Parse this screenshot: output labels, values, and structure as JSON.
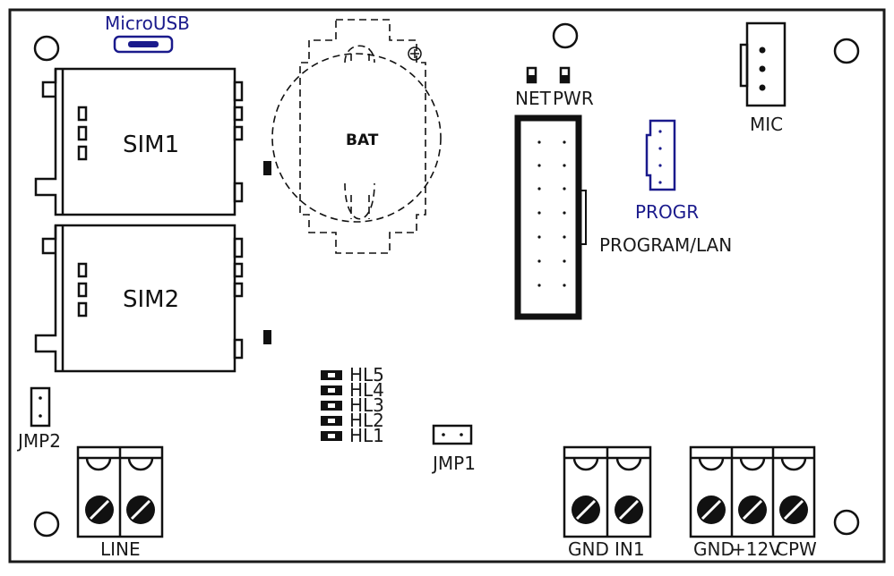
{
  "labels": {
    "microusb": "MicroUSB",
    "sim1": "SIM1",
    "sim2": "SIM2",
    "bat": "BAT",
    "net": "NET",
    "pwr": "PWR",
    "mic": "MIC",
    "progr": "PROGR",
    "program_lan": "PROGRAM/LAN",
    "jmp2": "JMP2",
    "jmp1": "JMP1",
    "line": "LINE",
    "hl5": "HL5",
    "hl4": "HL4",
    "hl3": "HL3",
    "hl2": "HL2",
    "hl1": "HL1",
    "gnd_a": "GND",
    "in1": "IN1",
    "gnd_b": "GND",
    "plus12v": "+12V",
    "cpw": "CPW"
  },
  "colors": {
    "outline": "#1a1a1a",
    "accent_blue": "#1a1a8c"
  }
}
